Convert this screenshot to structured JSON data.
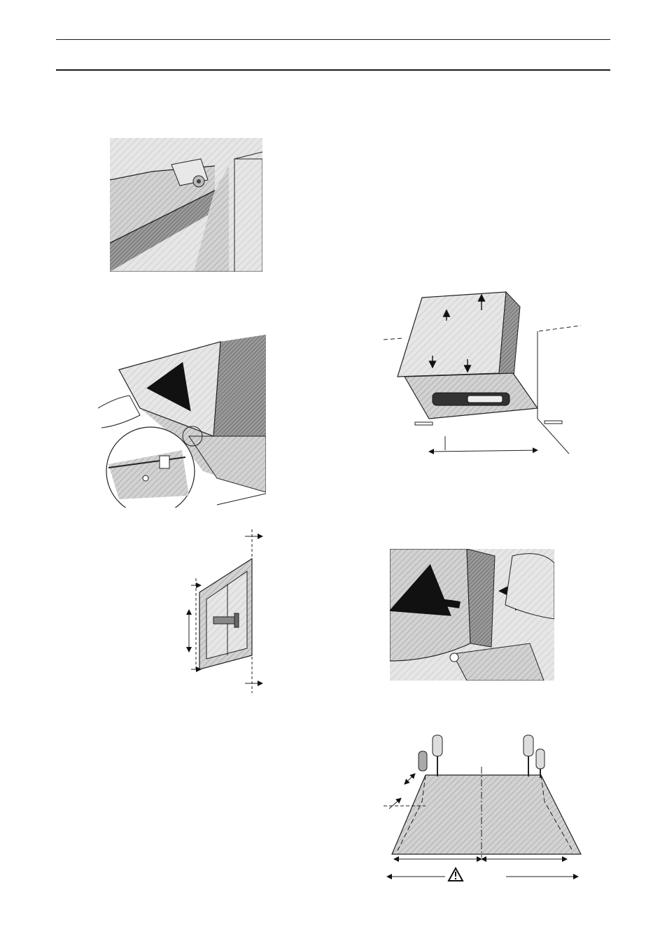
{
  "page": {
    "colors": {
      "ink": "#1a1a1a",
      "panel": "#bdbdbd",
      "light": "#e2e2e2",
      "dark": "#6e6e6e"
    },
    "figures": [
      {
        "name": "figure-1-bracket",
        "icon": "mounting-bracket-icon"
      },
      {
        "name": "figure-2-hinge-panel",
        "icon": "hinge-rotate-icon"
      },
      {
        "name": "figure-3-bracket-dimensions",
        "icon": "screw-bracket-icon"
      },
      {
        "name": "figure-4-hood-clearance",
        "icon": "hood-clearance-icon"
      },
      {
        "name": "figure-5-panel-removal",
        "icon": "panel-pull-icon"
      },
      {
        "name": "figure-6-drilling-template",
        "icon": "drill-template-icon"
      }
    ],
    "warning_icon": "warning-triangle-icon"
  }
}
